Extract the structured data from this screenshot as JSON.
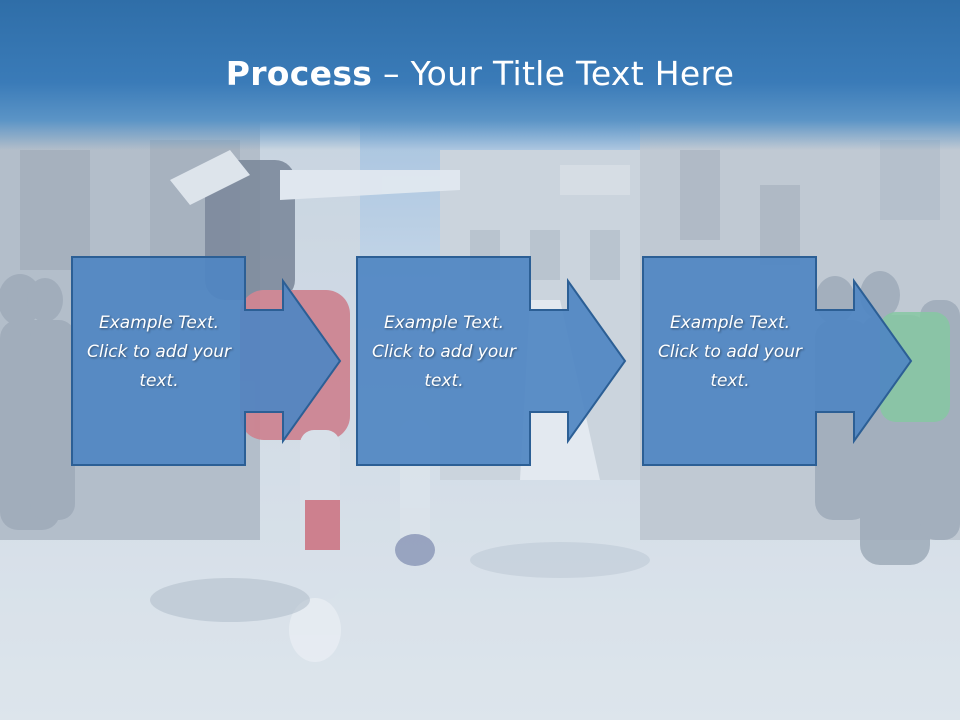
{
  "title": {
    "bold": "Process",
    "rest": " – Your Title Text Here"
  },
  "steps": [
    {
      "text": "Example Text. Click  to add your text."
    },
    {
      "text": "Example Text. Click  to add your text."
    },
    {
      "text": "Example Text. Click  to add your text."
    }
  ],
  "colors": {
    "band": "#3a7bb8",
    "box_fill": "#4f86c2",
    "box_stroke": "#2c5f95"
  }
}
